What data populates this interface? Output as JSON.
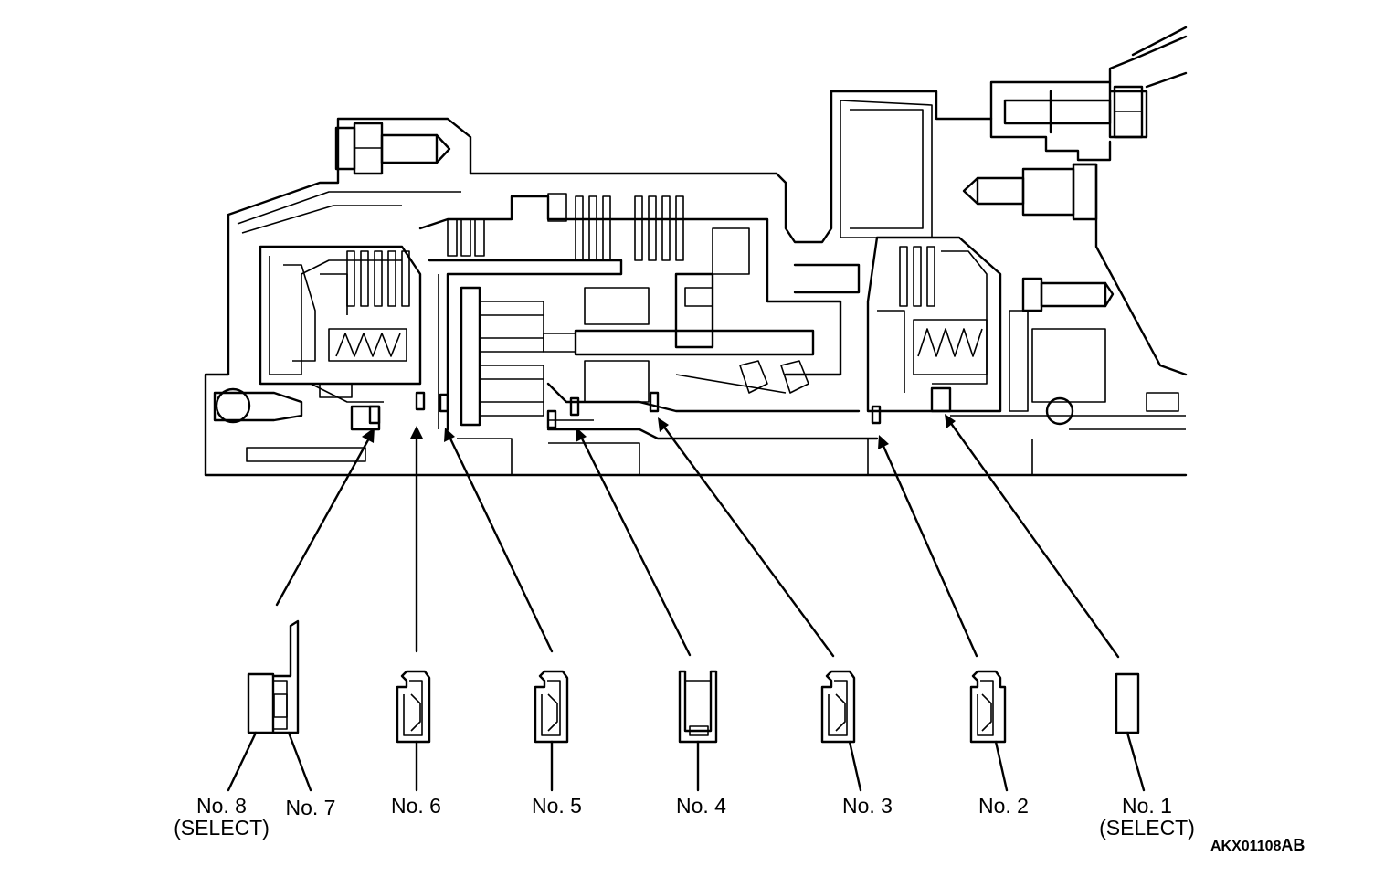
{
  "labels": [
    {
      "text": "No. 8\n(SELECT)"
    },
    {
      "text": "No. 7"
    },
    {
      "text": "No. 6"
    },
    {
      "text": "No. 5"
    },
    {
      "text": "No. 4"
    },
    {
      "text": "No. 3"
    },
    {
      "text": "No. 2"
    },
    {
      "text": "No. 1\n(SELECT)"
    }
  ],
  "figure_code": {
    "main": "AKX01108",
    "suffix": "AB"
  }
}
